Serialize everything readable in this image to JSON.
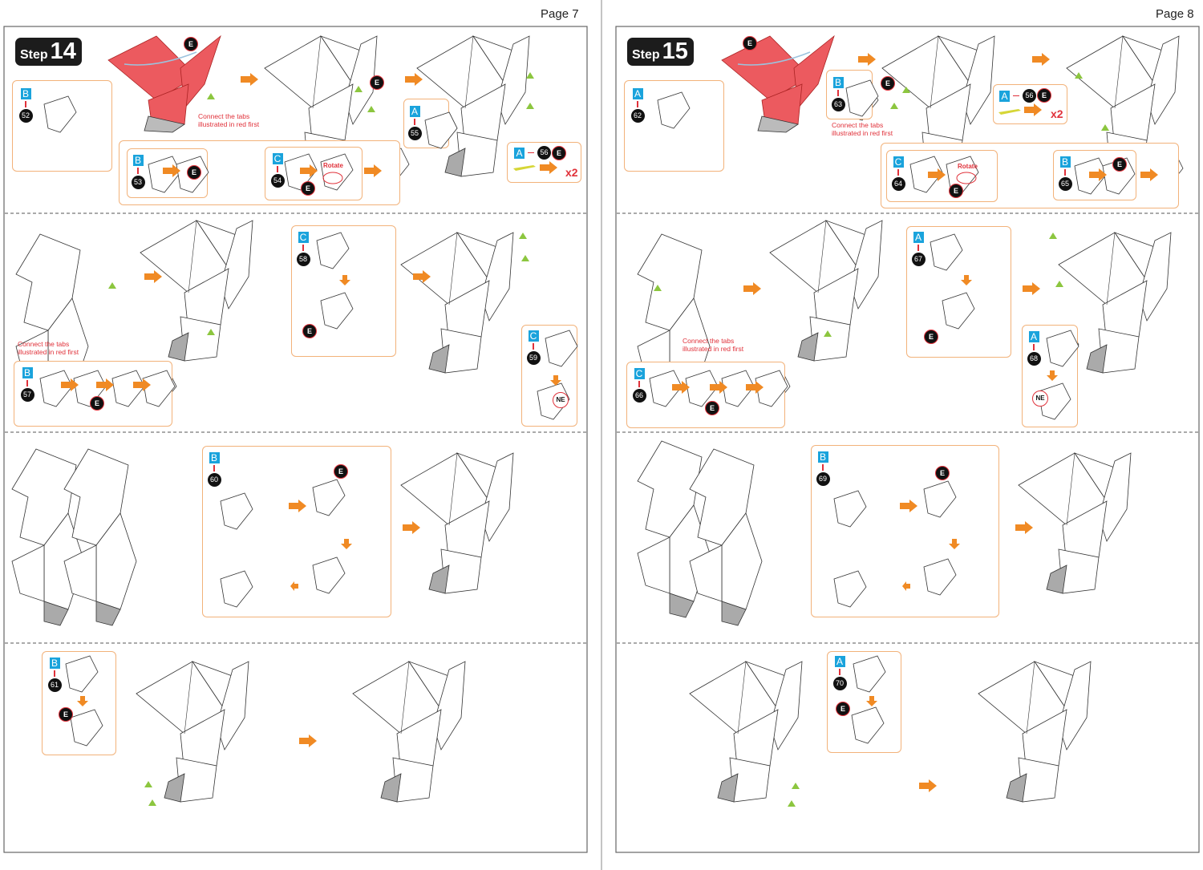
{
  "pages": [
    {
      "label": "Page 7",
      "step_word": "Step",
      "step_number": "14"
    },
    {
      "label": "Page 8",
      "step_word": "Step",
      "step_number": "15"
    }
  ],
  "note": {
    "line1": "Connect the tabs",
    "line2": "illustrated in red first"
  },
  "markers": {
    "e": "E",
    "ne": "NE",
    "rotate": "Rotate",
    "times_two": "x2"
  },
  "parts": {
    "p52": {
      "letter": "B",
      "number": "52"
    },
    "p53": {
      "letter": "B",
      "number": "53"
    },
    "p54": {
      "letter": "C",
      "number": "54"
    },
    "p55": {
      "letter": "A",
      "number": "55"
    },
    "p56": {
      "letter": "A",
      "number": "56"
    },
    "p57": {
      "letter": "B",
      "number": "57"
    },
    "p58": {
      "letter": "C",
      "number": "58"
    },
    "p59": {
      "letter": "C",
      "number": "59"
    },
    "p60": {
      "letter": "B",
      "number": "60"
    },
    "p61": {
      "letter": "B",
      "number": "61"
    },
    "p62": {
      "letter": "A",
      "number": "62"
    },
    "p63": {
      "letter": "B",
      "number": "63"
    },
    "p64": {
      "letter": "C",
      "number": "64"
    },
    "p65": {
      "letter": "B",
      "number": "65"
    },
    "p66": {
      "letter": "C",
      "number": "66"
    },
    "p67": {
      "letter": "A",
      "number": "67"
    },
    "p68": {
      "letter": "A",
      "number": "68"
    },
    "p69": {
      "letter": "B",
      "number": "69"
    },
    "p70": {
      "letter": "A",
      "number": "70"
    }
  },
  "colors": {
    "accent_orange": "#f08a24",
    "part_cyan": "#1aa3dc",
    "tab_red": "#e0313a",
    "piece_red": "#ec5a5f",
    "marker_green": "#8cc63f"
  }
}
